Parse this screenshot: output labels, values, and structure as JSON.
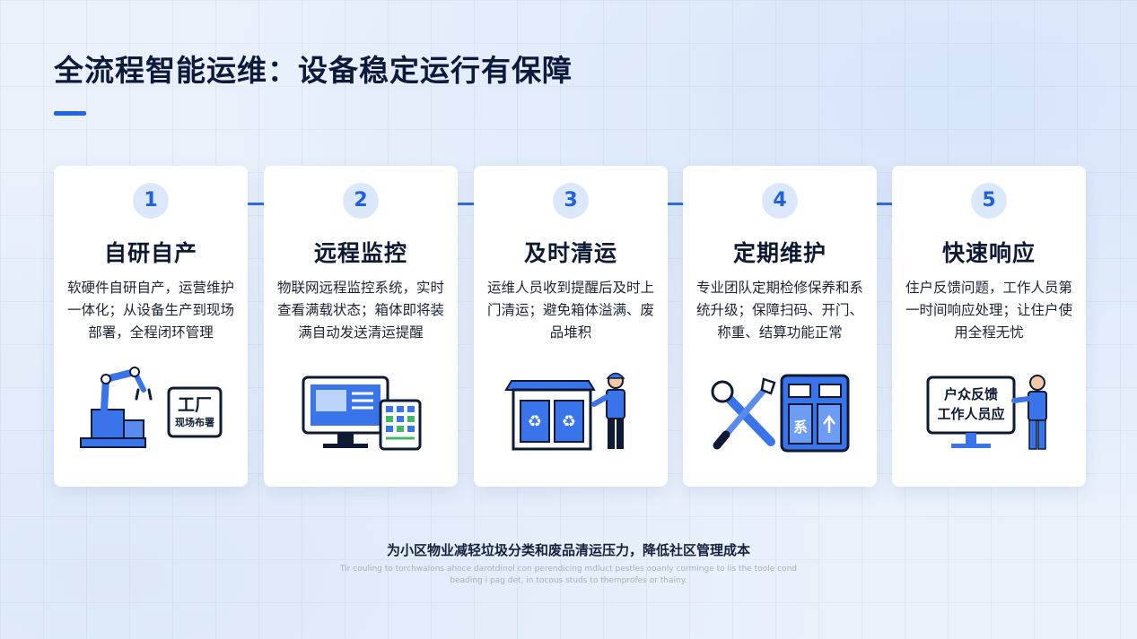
{
  "title": "全流程智能运维：设备稳定运行有保障",
  "steps": [
    {
      "number": "1",
      "title": "自研自产",
      "desc": "软硬件自研自产，运营维护一体化；从设备生产到现场部署，全程闭环管理",
      "illustration": {
        "icon": "robot-arm-icon",
        "sign_big": "工厂",
        "sign_small": "现场布署"
      }
    },
    {
      "number": "2",
      "title": "远程监控",
      "desc": "物联网远程监控系统，实时查看满载状态；箱体即将装满自动发送清运提醒",
      "illustration": {
        "icon": "monitor-icon"
      }
    },
    {
      "number": "3",
      "title": "及时清运",
      "desc": "运维人员收到提醒后及时上门清运；避免箱体溢满、废品堆积",
      "illustration": {
        "icon": "recycle-bin-worker-icon"
      }
    },
    {
      "number": "4",
      "title": "定期维护",
      "desc": "专业团队定期检修保养和系统升级；保障扫码、开门、称重、结算功能正常",
      "illustration": {
        "icon": "tools-icon",
        "cabinet_label": "系"
      }
    },
    {
      "number": "5",
      "title": "快速响应",
      "desc": "住户反馈问题，工作人员第一时间响应处理；让住户使用全程无忧",
      "illustration": {
        "icon": "feedback-screen-icon",
        "line1": "户众反馈",
        "line2": "工作人员应"
      }
    }
  ],
  "footer": {
    "main": "为小区物业减轻垃圾分类和废品清运压力，降低社区管理成本",
    "sub_line1": "Tir couling to torchwalons ahoce darotdinol con perendicing mdluct pestles ooanly corminge to lis the toole cond",
    "sub_line2": "beading i pag det, in tocous studs to themprofes or thainy."
  },
  "colors": {
    "accent": "#1f63e8",
    "badge_bg": "#dbe7fb",
    "icon_blue": "#3a74ea",
    "dark_outline": "#0e1a33"
  }
}
